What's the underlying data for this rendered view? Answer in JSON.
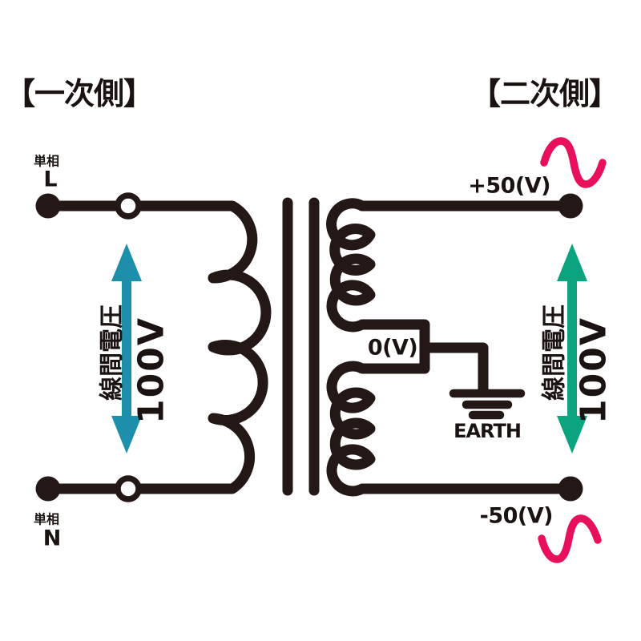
{
  "titles": {
    "primary": "【一次側】",
    "secondary": "【二次側】"
  },
  "primary_side": {
    "phase_top": "単相",
    "terminal_top": "L",
    "phase_bottom": "単相",
    "terminal_bottom": "N",
    "arrow_label": "線間電圧",
    "arrow_value": "100V"
  },
  "secondary_side": {
    "top_voltage": "+50(V)",
    "bottom_voltage": "-50(V)",
    "center_tap": "0(V)",
    "earth": "EARTH",
    "arrow_label": "線間電圧",
    "arrow_value": "100V"
  },
  "colors": {
    "ink": "#231815",
    "text": "#1a1311",
    "primary_arrow": "#1d8fab",
    "secondary_arrow": "#0ca47e",
    "sine": "#e8105c",
    "background": "#ffffff"
  }
}
